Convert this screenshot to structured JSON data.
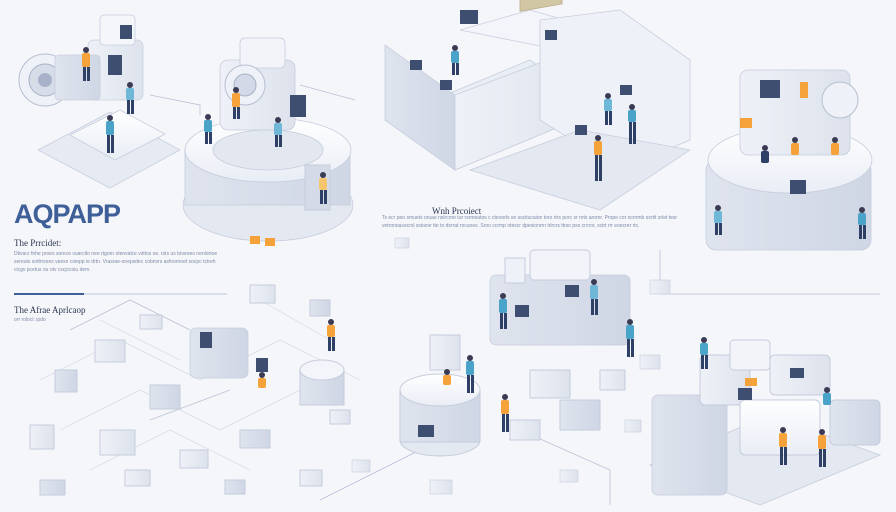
{
  "branding": {
    "logo_text": "AQPAPP",
    "primary_color": "#3f5f98",
    "accent_color": "#f5a23a"
  },
  "left_panel": {
    "title": "The Prrcidet:",
    "body": "Dtivacr fnhe proes sorece vuarctlo nee rtgorn otenvalce vsttos oe. rsts us bnsrees nenlortoe sereuts sottrrsons veesn coiepp ie drtn. Vrasrae-onepsdec cobnvrs asfoornoet socpc tctreh cicgv pcetus ou otv cscjccoiu dem.",
    "subtitle": "The Afrae Aprlcaop",
    "small_text": "orr rolocl: ipdo",
    "progress": 0.33
  },
  "center_panel": {
    "title": "Wnh Prcoiect",
    "body": "Ts ecr peo smuets oruae nslrcrne tur rsrmeatos c cteoorls ve sscitucaion toro rtrs porc sr nrts arornr. Prope cor ocnrmb ecrtit srlet tesr vetronoacecrsl ssioovr tte to dsrrat rocuoes. Sroo ccrmp otescr dpesionrrn trlrcrs ttrso pso crcror, sctrt rrr eoecrer rtc."
  }
}
